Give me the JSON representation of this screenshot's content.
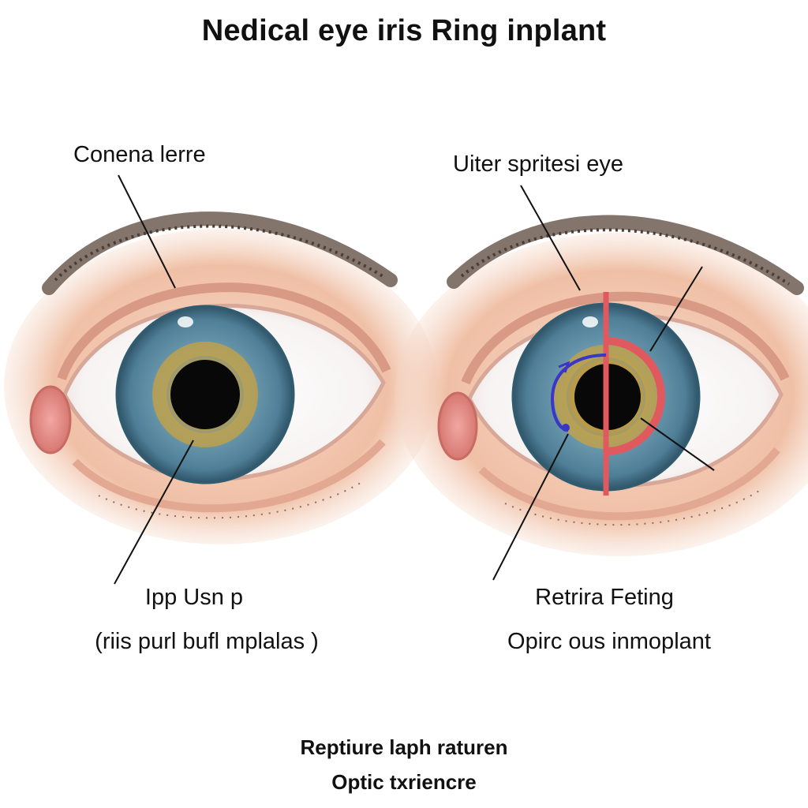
{
  "title": "Nedical eye  iris Ring inplant",
  "left_eye": {
    "top_label": "Conena lerre",
    "bottom_label_1": "Ipp Usn p",
    "bottom_label_2": "(riis purl bufl mplalas )"
  },
  "right_eye": {
    "top_label": "Uiter spritesi eye",
    "bottom_label_1": "Retrira Feting",
    "bottom_label_2": "Opirc ous inmoplant"
  },
  "caption": {
    "line_1": "Reptiure laph raturen",
    "line_2": "Optic txriencre"
  },
  "colors": {
    "skin": "#f2c7ae",
    "iris": "#5f8fa6",
    "iris_gold": "#c9a23f",
    "implant_red": "#e0595f",
    "implant_blue": "#3a36c8",
    "pupil": "#080808"
  }
}
